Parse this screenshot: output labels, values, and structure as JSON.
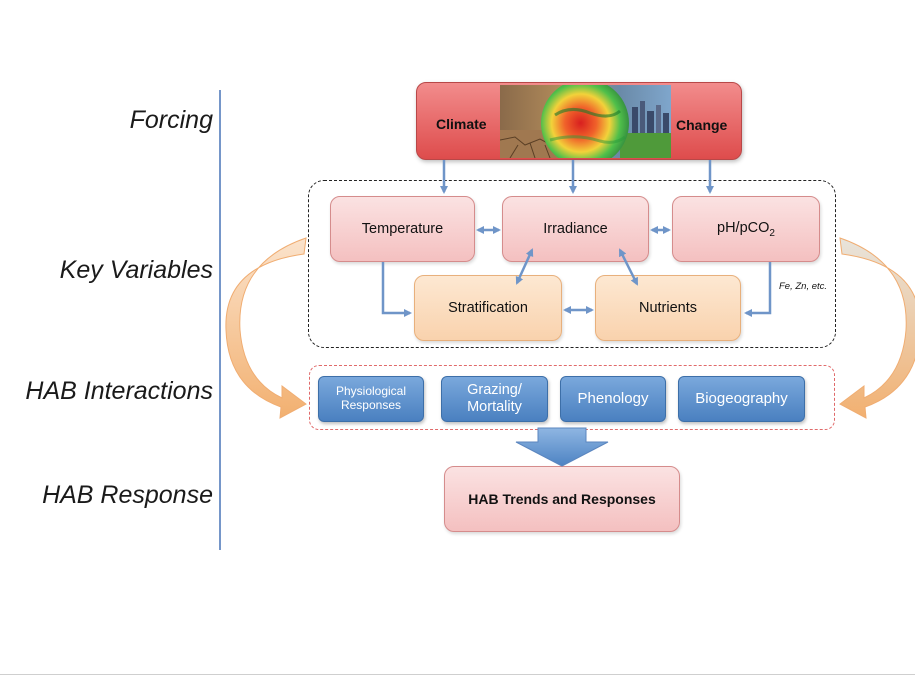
{
  "rows": {
    "forcing": "Forcing",
    "key_variables": "Key Variables",
    "hab_interactions": "HAB Interactions",
    "hab_response": "HAB Response"
  },
  "forcing": {
    "climate_left": "Climate",
    "climate_right": "Change"
  },
  "key_variables": {
    "temperature": "Temperature",
    "irradiance": "Irradiance",
    "ph_label": "pH/pCO",
    "ph_subscript": "2",
    "stratification": "Stratification",
    "nutrients": "Nutrients",
    "trace_metals_note": "Fe, Zn, etc."
  },
  "interactions": {
    "physiological_line1": "Physiological",
    "physiological_line2": "Responses",
    "grazing_line1": "Grazing/",
    "grazing_line2": "Mortality",
    "phenology": "Phenology",
    "biogeography": "Biogeography"
  },
  "response": {
    "label": "HAB Trends and Responses"
  },
  "colors": {
    "axis_line": "#7596c9",
    "arrow_blue": "#6f95c8",
    "climate_red": "#e05a5a",
    "variable_pink": "#f7cfcf",
    "variable_orange": "#fbddbf",
    "interaction_blue": "#5a8ccb",
    "curved_arrow_orange": "#f2b984"
  }
}
